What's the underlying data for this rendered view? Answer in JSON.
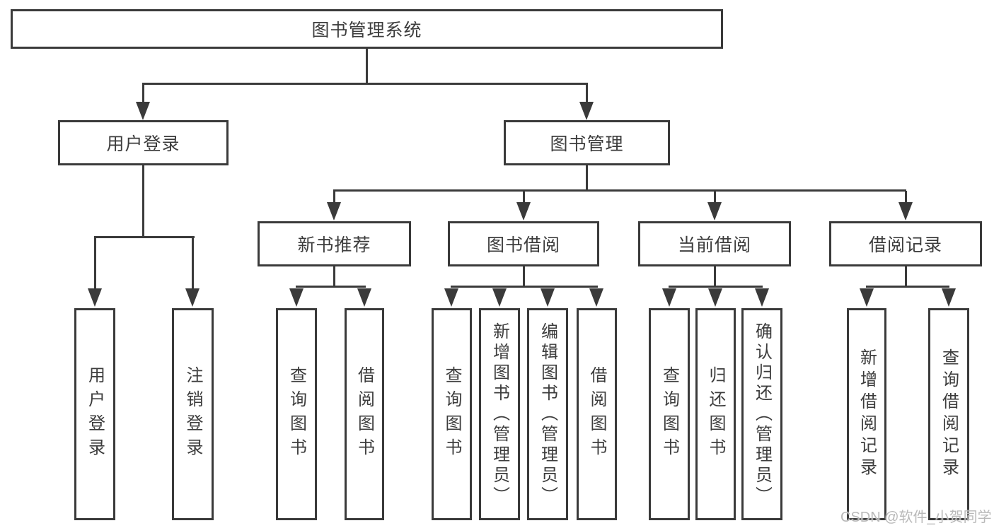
{
  "diagram": {
    "root": {
      "label": "图书管理系统"
    },
    "level2": [
      {
        "label": "用户登录",
        "parent": "图书管理系统"
      },
      {
        "label": "图书管理",
        "parent": "图书管理系统"
      }
    ],
    "level3": [
      {
        "label": "新书推荐",
        "parent": "图书管理"
      },
      {
        "label": "图书借阅",
        "parent": "图书管理"
      },
      {
        "label": "当前借阅",
        "parent": "图书管理"
      },
      {
        "label": "借阅记录",
        "parent": "图书管理"
      }
    ],
    "level4": [
      {
        "label": "用户登录",
        "parent": "用户登录"
      },
      {
        "label": "注销登录",
        "parent": "用户登录"
      },
      {
        "label": "查询图书",
        "parent": "新书推荐"
      },
      {
        "label": "借阅图书",
        "parent": "新书推荐"
      },
      {
        "label": "查询图书",
        "parent": "图书借阅"
      },
      {
        "label": "新增图书（管理员）",
        "parent": "图书借阅"
      },
      {
        "label": "编辑图书（管理员）",
        "parent": "图书借阅"
      },
      {
        "label": "借阅图书",
        "parent": "图书借阅"
      },
      {
        "label": "查询图书",
        "parent": "当前借阅"
      },
      {
        "label": "归还图书",
        "parent": "当前借阅"
      },
      {
        "label": "确认归还（管理员）",
        "parent": "当前借阅"
      },
      {
        "label": "新增借阅记录",
        "parent": "借阅记录"
      },
      {
        "label": "查询借阅记录",
        "parent": "借阅记录"
      }
    ]
  },
  "watermark": {
    "text": "CSDN @软件_小贺同学"
  },
  "colors": {
    "line": "#3a3a3a",
    "text": "#3c3c3c",
    "watermark": "#b9b9b9",
    "background": "#ffffff"
  }
}
